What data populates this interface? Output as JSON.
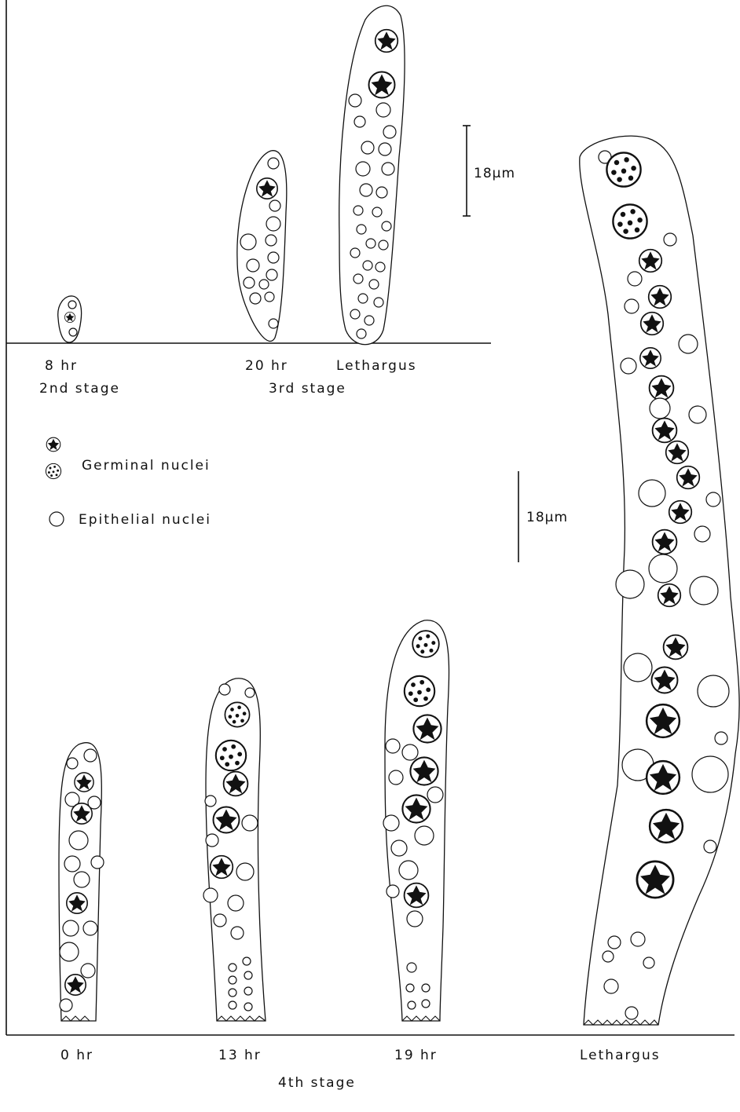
{
  "top_panel": {
    "specimens": [
      {
        "time": "8 hr"
      },
      {
        "time": "20 hr"
      },
      {
        "time": "Lethargus"
      }
    ],
    "stage_labels": [
      "2nd stage",
      "3rd stage"
    ],
    "scale_bar": "18µm"
  },
  "legend": {
    "items": [
      {
        "icon": "germinal-nucleus-dark-icon",
        "label": ""
      },
      {
        "icon": "germinal-nucleus-dotted-icon",
        "label": "Germinal nuclei"
      },
      {
        "icon": "epithelial-nucleus-icon",
        "label": "Epithelial nuclei"
      }
    ]
  },
  "bottom_panel": {
    "specimens": [
      {
        "time": "0 hr"
      },
      {
        "time": "13 hr"
      },
      {
        "time": "19 hr"
      },
      {
        "time": "Lethargus"
      }
    ],
    "stage_label": "4th stage",
    "scale_bar": "18µm"
  },
  "colors": {
    "ink": "#111111",
    "paper": "#ffffff"
  }
}
